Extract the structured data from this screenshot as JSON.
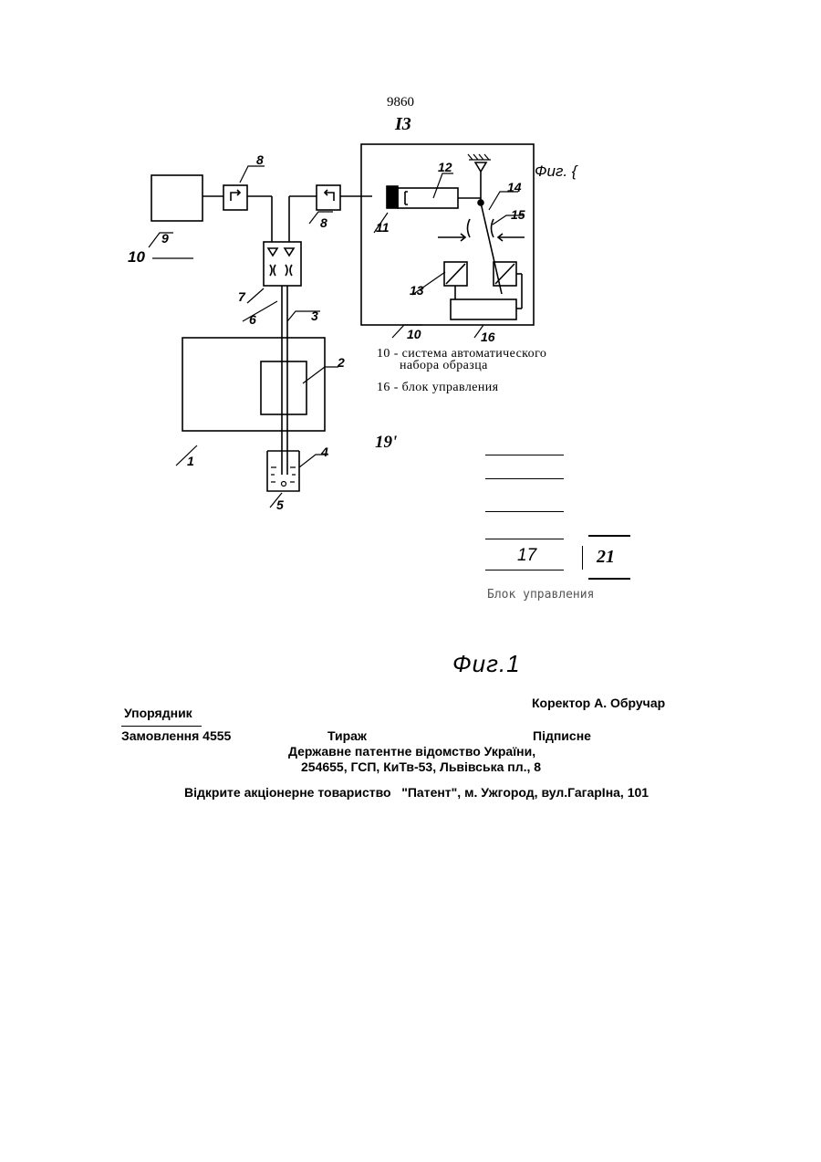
{
  "page_number": "9860",
  "sheet_label": "I3",
  "figure_corner_label": "Фиг. {",
  "diagram_labels": {
    "l1": "1",
    "l2": "2",
    "l3": "3",
    "l4": "4",
    "l5": "5",
    "l6": "6",
    "l7": "7",
    "l8a": "8",
    "l8b": "8",
    "l9": "9",
    "l10a": "10",
    "l10b": "10",
    "l11": "11",
    "l12": "12",
    "l13": "13",
    "l14": "14",
    "l15": "15",
    "l16": "16"
  },
  "legend": {
    "item1": "10 - система автоматического",
    "item1_cont": "набора образца",
    "item2": "16 - блок управления"
  },
  "label_19": "19'",
  "block_17": "17",
  "block_21": "21",
  "block_caption": "Блок управления",
  "figure_caption": "Фиг.1",
  "footer": {
    "corrector": "Коректор А. Обручар",
    "compiler": "Упорядник",
    "order": "Замовлення 4555",
    "circulation": "Тираж",
    "subscription": "Підписне",
    "office_line1": "Державне патентне відомство України,",
    "office_line2": "254655, ГСП, КиТв-53, Львівська пл., 8",
    "publisher": "Відкрите акціонерне товариство   \"Патент\", м. Ужгород, вул.ГагарІна, 101"
  }
}
